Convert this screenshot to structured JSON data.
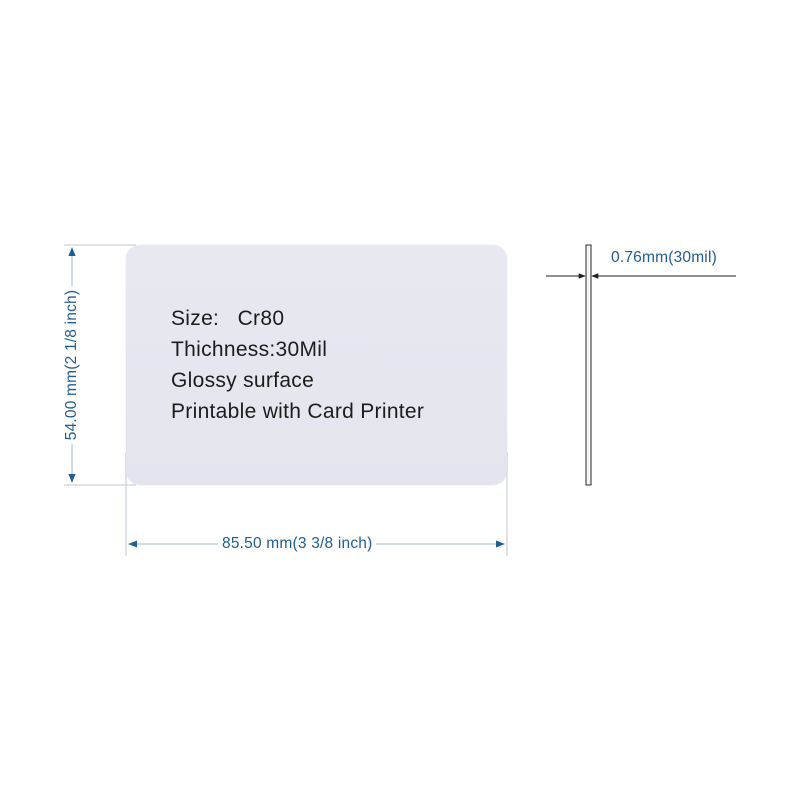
{
  "card": {
    "lines": [
      "Size:   Cr80",
      "Thichness:30Mil",
      "Glossy surface",
      "Printable with Card Printer"
    ]
  },
  "dimensions": {
    "width_label": "85.50 mm(3 3/8 inch)",
    "height_label": "54.00 mm(2 1/8 inch)",
    "thickness_label": "0.76mm(30mil)"
  },
  "colors": {
    "dimension": "#1f5d92",
    "card_fill": "#e6e6ef",
    "text": "#1c1c1c"
  }
}
